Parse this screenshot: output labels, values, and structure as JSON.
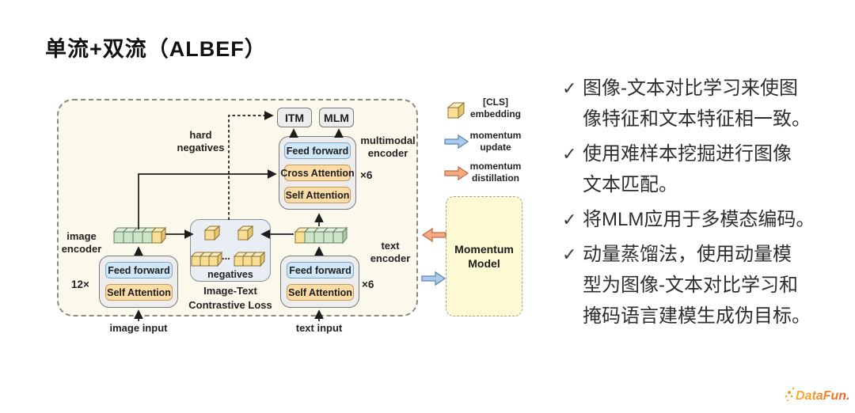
{
  "title": "单流+双流（ALBEF）",
  "diagram": {
    "itm_label": "ITM",
    "mlm_label": "MLM",
    "hard_negatives_line1": "hard",
    "hard_negatives_line2": "negatives",
    "multimodal_label_line1": "multimodal",
    "multimodal_label_line2": "encoder",
    "multimodal_mult": "×6",
    "mm_feed_forward": "Feed forward",
    "mm_cross_attention": "Cross Attention",
    "mm_self_attention": "Self Attention",
    "image_encoder_label_line1": "image",
    "image_encoder_label_line2": "encoder",
    "image_encoder_mult": "12×",
    "img_feed_forward": "Feed forward",
    "img_self_attention": "Self Attention",
    "image_input_label": "image input",
    "text_encoder_label_line1": "text",
    "text_encoder_label_line2": "encoder",
    "text_encoder_mult": "×6",
    "txt_feed_forward": "Feed forward",
    "txt_self_attention": "Self Attention",
    "text_input_label": "text input",
    "negatives_label": "negatives",
    "negatives_ellipsis": "...",
    "contrastive_loss_line1": "Image-Text",
    "contrastive_loss_line2": "Contrastive Loss",
    "momentum_model_line1": "Momentum",
    "momentum_model_line2": "Model"
  },
  "legend": {
    "cls_line1": "[CLS]",
    "cls_line2": "embedding",
    "update_line1": "momentum",
    "update_line2": "update",
    "distill_line1": "momentum",
    "distill_line2": "distillation"
  },
  "bullets": [
    {
      "mark": "✓",
      "lines": [
        "图像-文本对比学习来使图",
        "像特征和文本特征相一致。"
      ]
    },
    {
      "mark": "✓",
      "lines": [
        "使用难样本挖掘进行图像",
        "文本匹配。"
      ]
    },
    {
      "mark": "✓",
      "lines": [
        "将MLM应用于多模态编码。"
      ]
    },
    {
      "mark": "✓",
      "lines": [
        "动量蒸馏法，使用动量模",
        "型为图像-文本对比学习和",
        "掩码语言建模生成伪目标。"
      ]
    }
  ],
  "logo_text": "DataFun.",
  "colors": {
    "diagram-bg": "#fbf9ec",
    "diagram-border": "#8a8a80",
    "box-gray-bg": "#ededed",
    "box-gray-border": "#7a7a7a",
    "feed-forward-bg": "#cfe7f8",
    "feed-forward-border": "#7da7c4",
    "attention-bg": "#fbdca6",
    "attention-border": "#c69a5a",
    "contrast-bg": "#e9eef5",
    "contrast-border": "#8a8f96",
    "momentum-bg": "#fdf9d2",
    "momentum-border": "#a3a385",
    "token-green": "#cde6c9",
    "token-green-top": "#e0efdc",
    "token-green-side": "#a9c9a4",
    "token-green-border": "#5f7f5c",
    "token-yellow": "#f8df93",
    "token-yellow-top": "#fcecbb",
    "token-yellow-side": "#e6c66e",
    "token-yellow-border": "#8a6f36",
    "arrow-blue": "#aacbec",
    "arrow-blue-border": "#5d87b5",
    "arrow-orange": "#f4a983",
    "arrow-orange-border": "#bf7044",
    "line-dark": "#1c1c1c",
    "logo-grad-start": "#f9b233",
    "logo-grad-end": "#ee5a24"
  }
}
